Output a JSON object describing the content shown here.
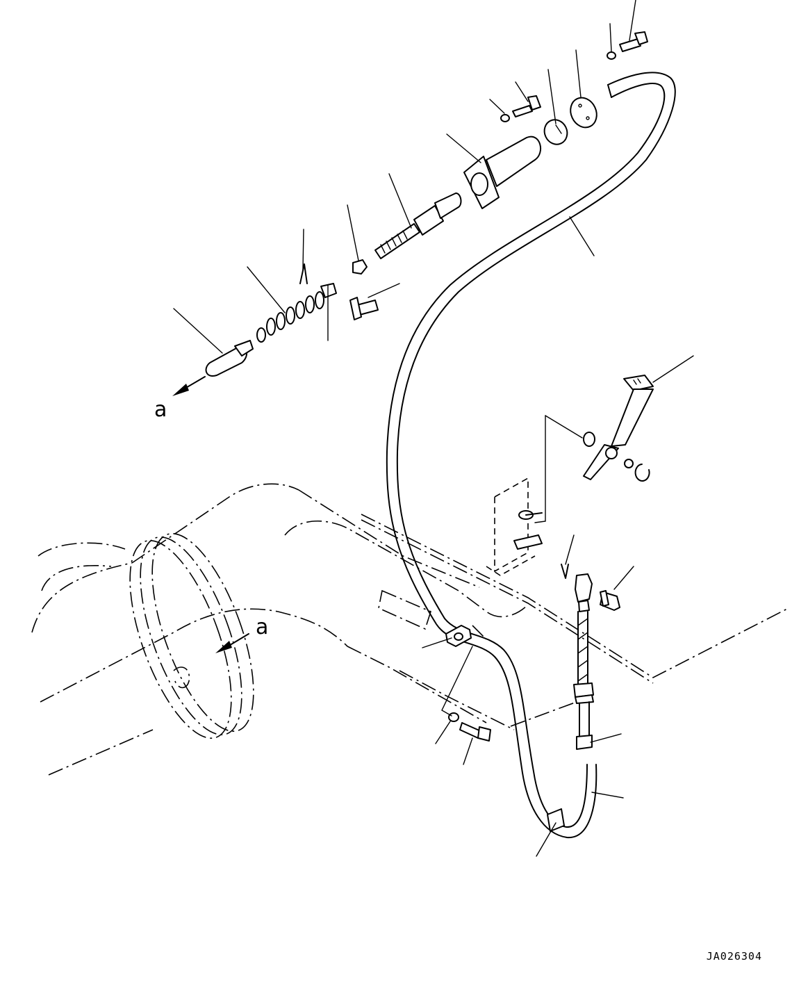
{
  "view_labels": {
    "upper": "a",
    "lower": "a"
  },
  "drawing_code": "JA026304",
  "icons": {
    "clamp": "cable-clamp-icon",
    "bolt": "bolt-icon",
    "washer": "washer-icon",
    "flange": "flange-icon",
    "spring": "spring-icon",
    "knob": "knob-icon",
    "pedal": "pedal-lever-icon"
  }
}
